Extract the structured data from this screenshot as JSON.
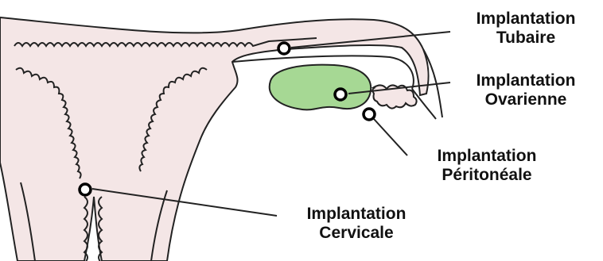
{
  "labels": {
    "tubaire": {
      "line1": "Implantation",
      "line2": "Tubaire"
    },
    "ovarienne": {
      "line1": "Implantation",
      "line2": "Ovarienne"
    },
    "peritoneale": {
      "line1": "Implantation",
      "line2": "Péritonéale"
    },
    "cervicale": {
      "line1": "Implantation",
      "line2": "Cervicale"
    }
  },
  "colors": {
    "tissue_fill": "#f4e6e6",
    "ovary_fill": "#a6d894",
    "outline": "#222222",
    "background": "#ffffff"
  }
}
